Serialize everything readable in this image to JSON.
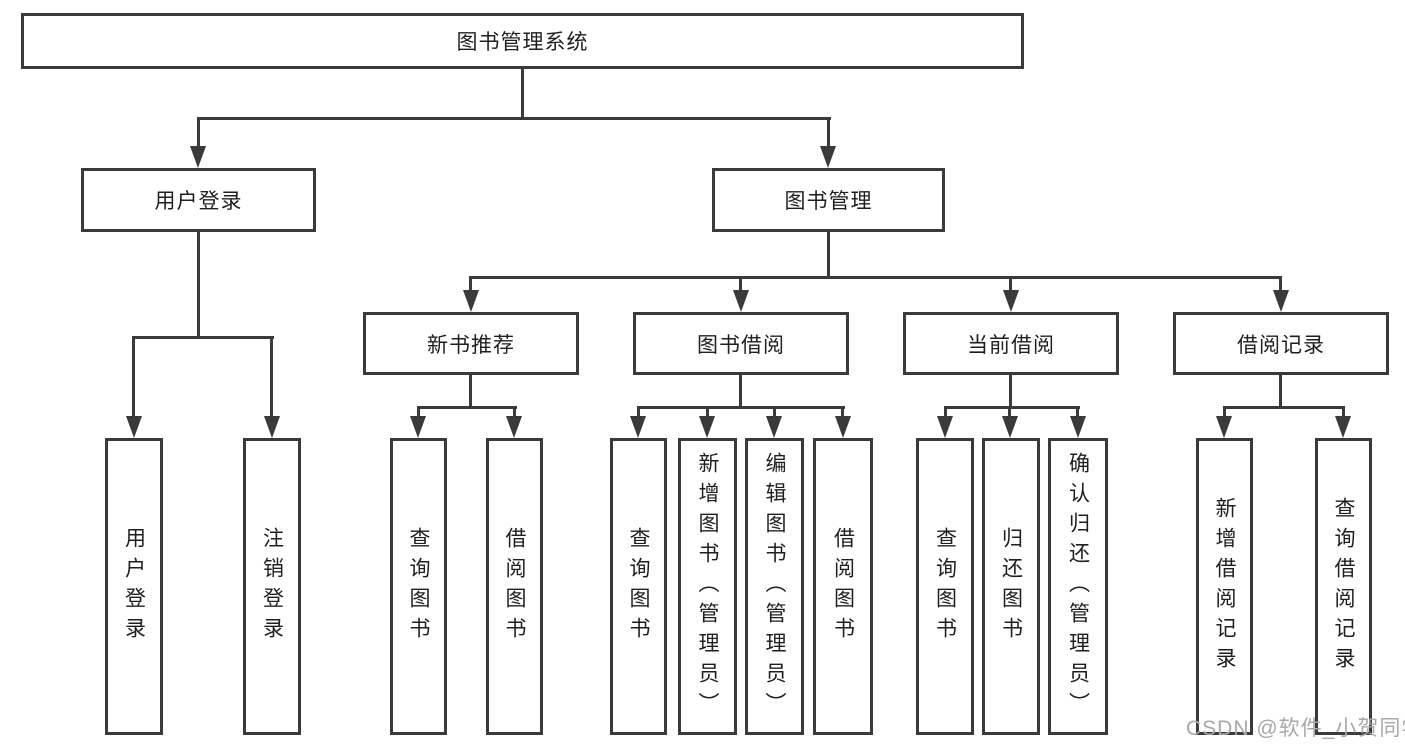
{
  "colors": {
    "line": "#3a3a3a",
    "text": "#1f1f1f",
    "watermark": "#a8a8a8",
    "background": "#ffffff"
  },
  "watermark": {
    "text": "CSDN @软件_小贺同学"
  },
  "nodes": {
    "root": "图书管理系统",
    "level2": [
      {
        "label": "用户登录"
      },
      {
        "label": "图书管理"
      }
    ],
    "level3": [
      {
        "label": "新书推荐",
        "parent": "图书管理"
      },
      {
        "label": "图书借阅",
        "parent": "图书管理"
      },
      {
        "label": "当前借阅",
        "parent": "图书管理"
      },
      {
        "label": "借阅记录",
        "parent": "图书管理"
      }
    ],
    "leaves": [
      {
        "label": "用户登录",
        "parent": "用户登录"
      },
      {
        "label": "注销登录",
        "parent": "用户登录"
      },
      {
        "label": "查询图书",
        "parent": "新书推荐"
      },
      {
        "label": "借阅图书",
        "parent": "新书推荐"
      },
      {
        "label": "查询图书",
        "parent": "图书借阅"
      },
      {
        "label": "新增图书（管理员）",
        "parent": "图书借阅"
      },
      {
        "label": "编辑图书（管理员）",
        "parent": "图书借阅"
      },
      {
        "label": "借阅图书",
        "parent": "图书借阅"
      },
      {
        "label": "查询图书",
        "parent": "当前借阅"
      },
      {
        "label": "归还图书",
        "parent": "当前借阅"
      },
      {
        "label": "确认归还（管理员）",
        "parent": "当前借阅"
      },
      {
        "label": "新增借阅记录",
        "parent": "借阅记录"
      },
      {
        "label": "查询借阅记录",
        "parent": "借阅记录"
      }
    ]
  }
}
